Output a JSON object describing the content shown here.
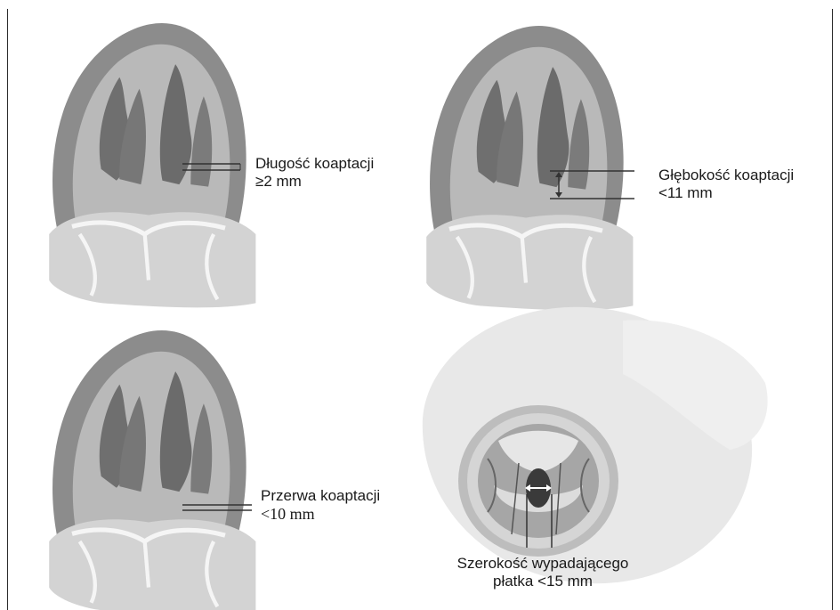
{
  "panels": [
    {
      "label_line1": "Długość koaptacji",
      "label_line2": "≥2 mm"
    },
    {
      "label_line1": "Głębokość koaptacji",
      "label_line2": "<11 mm"
    },
    {
      "label_line1": "Przerwa koaptacji",
      "label_line2": "<10 mm"
    },
    {
      "label_line1": "Szerokość wypadającego",
      "label_line2": "płatka <15 mm"
    }
  ],
  "colors": {
    "outer_wall": "#8a8a8a",
    "chamber": "#b8b8b8",
    "muscle": "#6e6e6e",
    "atrium": "#d0d0d0",
    "valve_line": "#f2f2f2",
    "marker_line": "#333333"
  }
}
